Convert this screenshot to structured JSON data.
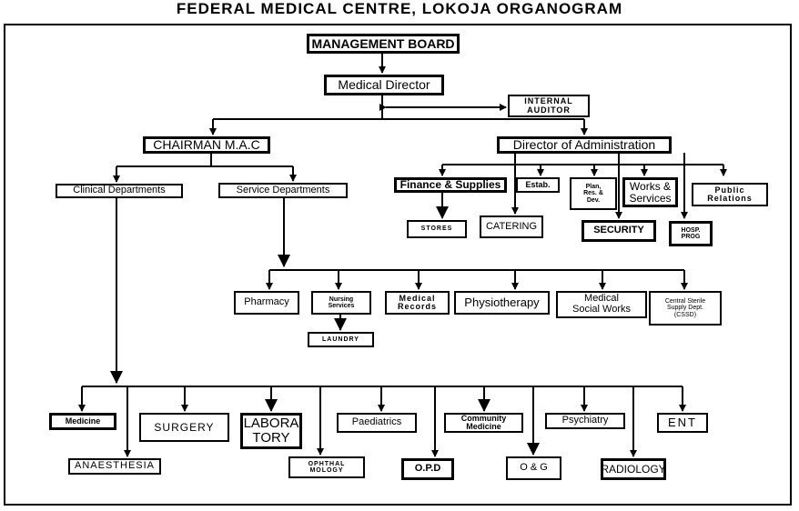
{
  "title": "FEDERAL MEDICAL CENTRE, LOKOJA ORGANOGRAM",
  "nodes": {
    "management_board": "MANAGEMENT BOARD",
    "medical_director": "Medical Director",
    "internal_auditor": "INTERNAL\nAUDITOR",
    "chairman_mac": "CHAIRMAN M.A.C",
    "director_admin": "Director of Administration",
    "clinical_departments": "Clinical Departments",
    "service_departments": "Service Departments",
    "finance_supplies": "Finance & Supplies",
    "estab": "Estab.",
    "plan_res_dev": "Plan,\nRes. &\nDev.",
    "works_services": "Works &\nServices",
    "public_relations": "Public\nRelations",
    "stores": "STORES",
    "catering": "CATERING",
    "security": "SECURITY",
    "hosp_prog": "HOSP.\nPROG",
    "pharmacy": "Pharmacy",
    "nursing_services": "Nursing\nServices",
    "medical_records": "Medical\nRecords",
    "physiotherapy": "Physiotherapy",
    "medical_social_works": "Medical\nSocial Works",
    "cssd": "Central Sterile\nSupply Dept.\n(CSSD)",
    "laundry": "LAUNDRY",
    "medicine": "Medicine",
    "anaesthesia": "ANAESTHESIA",
    "surgery": "SURGERY",
    "laboratory": "LABORA\nTORY",
    "ophthalmology": "OPHTHAL\nMOLOGY",
    "paediatrics": "Paediatrics",
    "opd": "O.P.D",
    "community_medicine": "Community\nMedicine",
    "o_and_g": "O & G",
    "psychiatry": "Psychiatry",
    "radiology": "RADIOLOGY",
    "ent": "ENT"
  }
}
